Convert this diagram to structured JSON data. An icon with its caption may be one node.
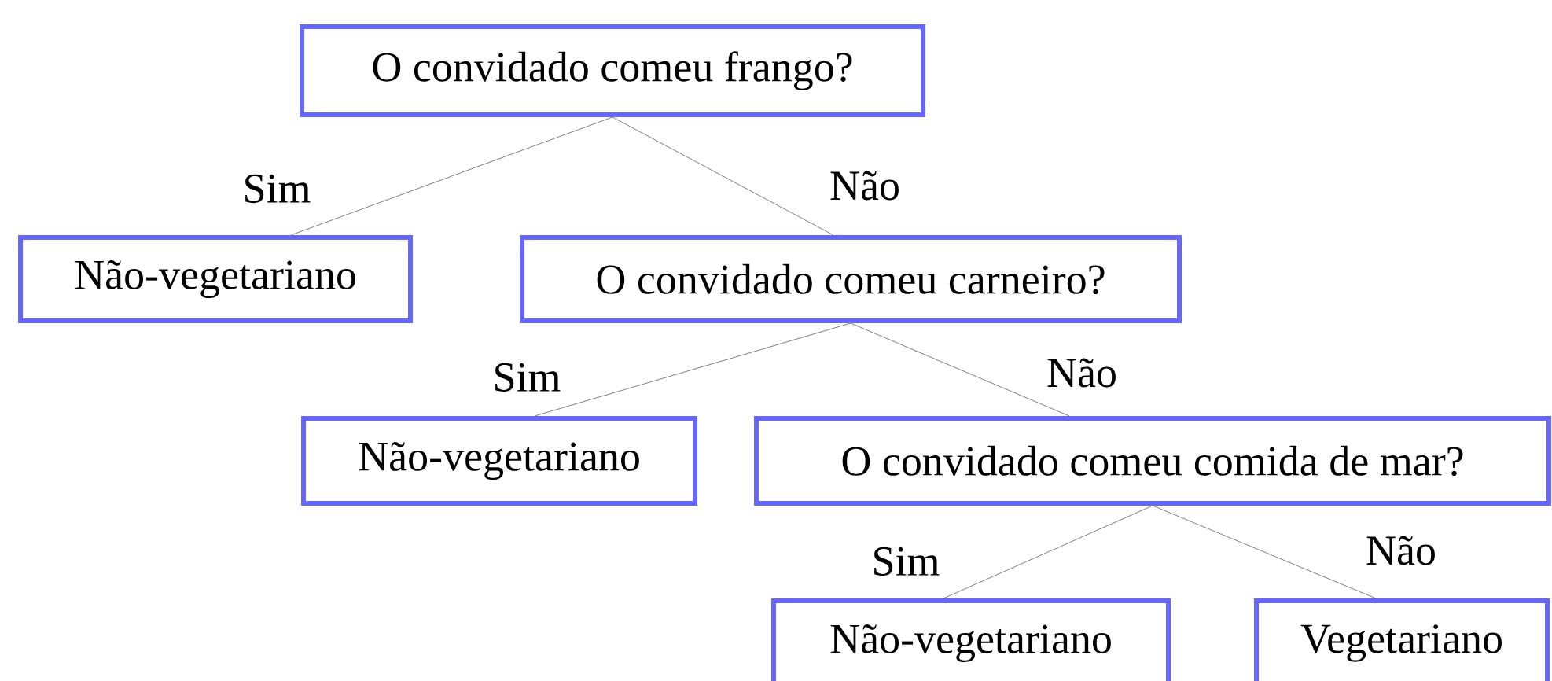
{
  "diagram": {
    "nodes": [
      {
        "text": [
          "O convidado comeu frango?"
        ]
      },
      {
        "text": [
          "Não-vegetariano"
        ]
      },
      {
        "text": [
          "O convidado comeu carneiro?"
        ]
      },
      {
        "text": [
          "Não-vegetariano"
        ]
      },
      {
        "text": [
          "O convidado comeu comida de mar?"
        ]
      },
      {
        "text": [
          "Não-vegetariano"
        ]
      },
      {
        "text": [
          "Vegetariano"
        ]
      }
    ],
    "edges": [
      {
        "from": 0,
        "to": 1,
        "arrow": "none",
        "label": "Sim"
      },
      {
        "from": 0,
        "to": 2,
        "arrow": "none",
        "label": "Não"
      },
      {
        "from": 2,
        "to": 3,
        "arrow": "none",
        "label": "Sim"
      },
      {
        "from": 2,
        "to": 4,
        "arrow": "none",
        "label": "Não"
      },
      {
        "from": 4,
        "to": 5,
        "arrow": "none",
        "label": "Sim"
      },
      {
        "from": 4,
        "to": 6,
        "arrow": "none",
        "label": "Não"
      }
    ]
  }
}
